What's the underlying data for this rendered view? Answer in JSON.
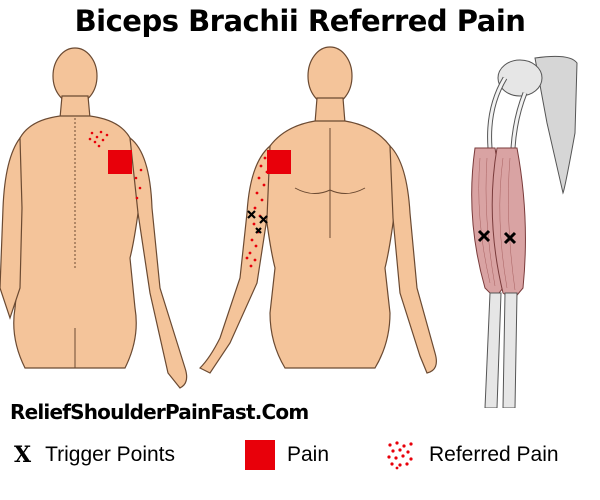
{
  "title": "Biceps Brachii Referred Pain",
  "website": "ReliefShoulderPainFast.Com",
  "legend": {
    "trigger_points_symbol": "X",
    "trigger_points_label": "Trigger Points",
    "pain_label": "Pain",
    "referred_pain_label": "Referred Pain"
  },
  "colors": {
    "pain": "#e8000a",
    "skin": "#f4c49a",
    "skin_outline": "#6b4a32",
    "muscle": "#d9a3a3"
  },
  "icons": {
    "trigger_point": "x-mark-icon",
    "pain": "red-square-icon",
    "referred_pain": "red-dots-icon"
  }
}
